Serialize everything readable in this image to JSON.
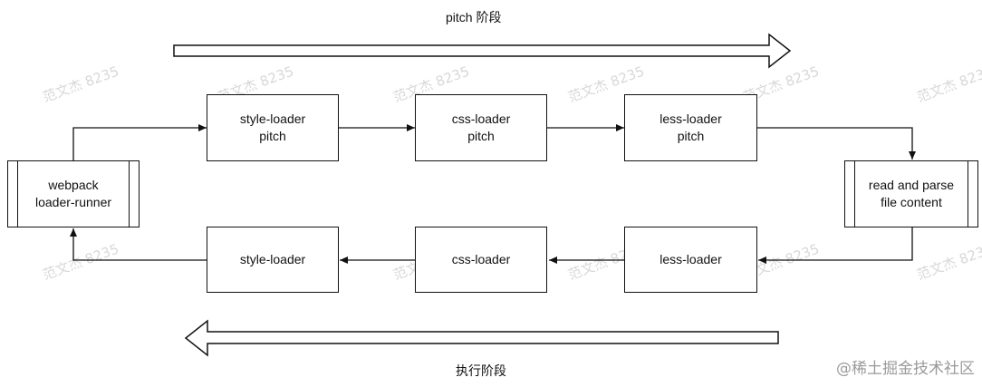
{
  "phases": {
    "top": "pitch 阶段",
    "bottom": "执行阶段"
  },
  "nodes": {
    "runner": "webpack\nloader-runner",
    "style_pitch": "style-loader\npitch",
    "css_pitch": "css-loader\npitch",
    "less_pitch": "less-loader\npitch",
    "read_parse": "read and parse\nfile content",
    "less_loader": "less-loader",
    "css_loader": "css-loader",
    "style_loader": "style-loader"
  },
  "watermark": "范文杰 8235",
  "credit": "@稀土掘金技术社区",
  "colors": {
    "line": "#111111",
    "watermark": "#d8d8d8"
  }
}
